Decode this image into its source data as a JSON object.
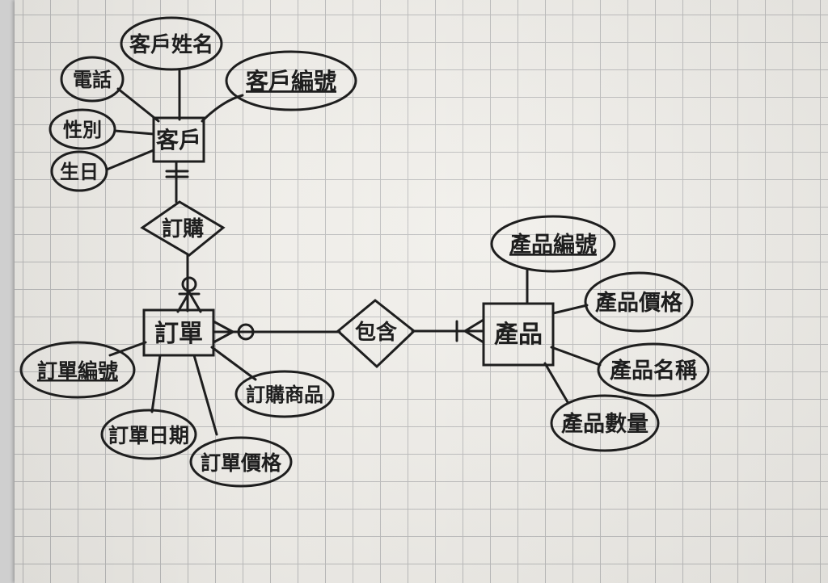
{
  "entities": {
    "customer": "客戶",
    "order": "訂單",
    "product": "產品"
  },
  "relationships": {
    "places_order": "訂購",
    "contains": "包含"
  },
  "attributes": {
    "customer": {
      "name": "客戶姓名",
      "id": "客戶編號",
      "phone": "電話",
      "gender": "性別",
      "birthday": "生日"
    },
    "order": {
      "id": "訂單編號",
      "date": "訂單日期",
      "price": "訂單價格",
      "product": "訂購商品"
    },
    "product": {
      "id": "產品編號",
      "price": "產品價格",
      "name": "產品名稱",
      "quantity": "產品數量"
    }
  }
}
